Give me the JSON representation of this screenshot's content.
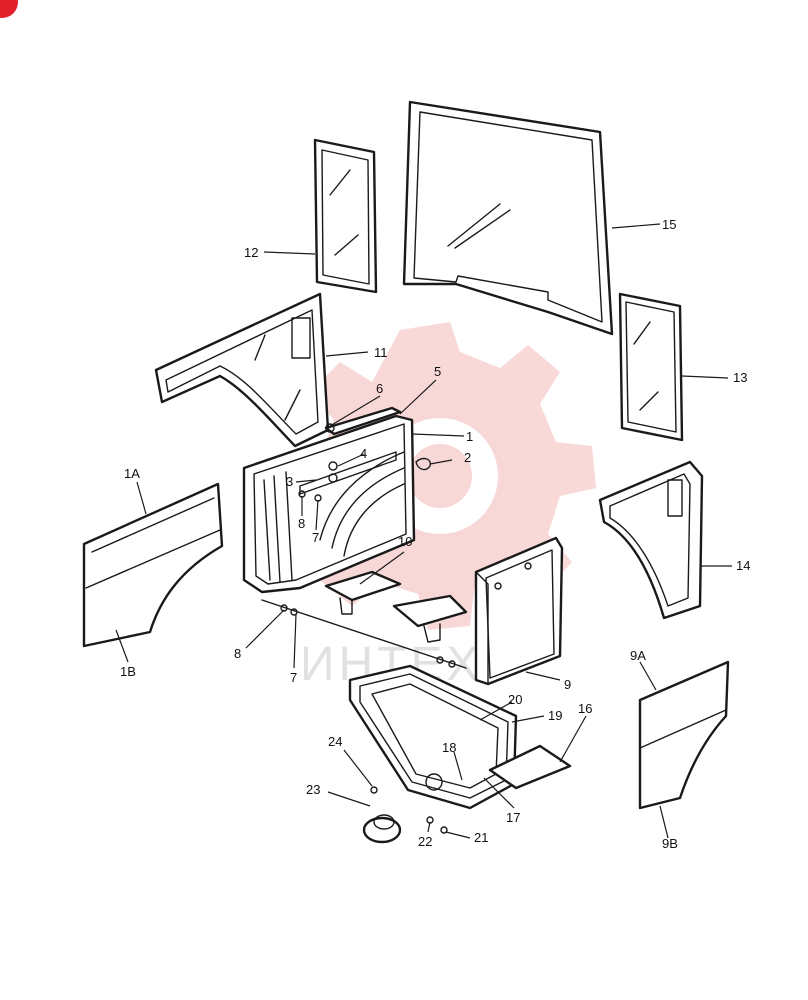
{
  "watermark": {
    "text": "ИНТЕХ",
    "gear_color": "#f4b8b8",
    "corner_badge_color": "#e0202a",
    "gear_icon": "gear-icon"
  },
  "callouts": {
    "c1A": "1A",
    "c1B": "1B",
    "c1": "1",
    "c2": "2",
    "c3": "3",
    "c4": "4",
    "c5": "5",
    "c6": "6",
    "c7a": "7",
    "c7b": "7",
    "c8a": "8",
    "c8b": "8",
    "c9": "9",
    "c9A": "9A",
    "c9B": "9B",
    "c10": "10",
    "c11": "11",
    "c12": "12",
    "c13": "13",
    "c14": "14",
    "c15": "15",
    "c16": "16",
    "c17": "17",
    "c18": "18",
    "c19": "19",
    "c20": "20",
    "c21": "21",
    "c22": "22",
    "c23": "23",
    "c24": "24"
  }
}
